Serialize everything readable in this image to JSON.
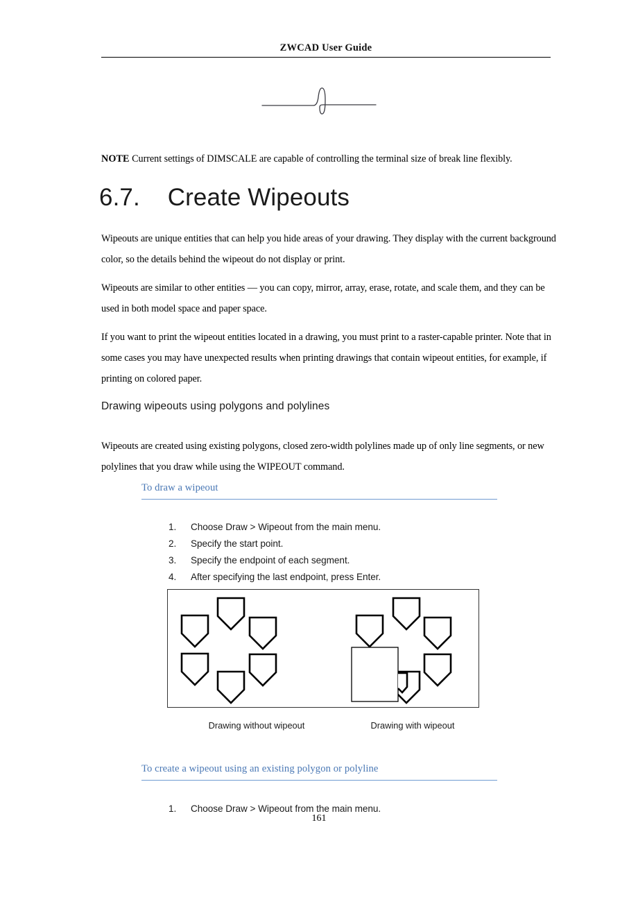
{
  "header": {
    "title": "ZWCAD User Guide"
  },
  "figures": {
    "breakline": {
      "icon": "break-line-symbol"
    },
    "wipeout_comparison": {
      "caption_left": "Drawing without wipeout",
      "caption_right": "Drawing with wipeout",
      "shape_icon": "pentagon-shape",
      "mask_icon": "wipeout-rectangle"
    }
  },
  "note": {
    "label": "NOTE",
    "text": "Current settings of DIMSCALE are capable of controlling the terminal size of break line flexibly."
  },
  "section": {
    "number": "6.7.",
    "title": "Create Wipeouts"
  },
  "paragraphs": {
    "p1": "Wipeouts are unique entities that can help you hide areas of your drawing. They display with the current background color, so the details behind the wipeout do not display or print.",
    "p2": "Wipeouts are similar to other entities — you can copy, mirror, array, erase, rotate, and scale them, and they can be used in both model space and paper space.",
    "p3": "If you want to print the wipeout entities located in a drawing, you must print to a raster-capable printer. Note that in some cases you may have unexpected results when printing drawings that contain wipeout entities, for example, if printing on colored paper.",
    "p4": "Wipeouts are created using existing polygons, closed zero-width polylines made up of only line segments, or new polylines that you draw while using the WIPEOUT command."
  },
  "subheading": {
    "text": "Drawing wipeouts using polygons and polylines"
  },
  "procedures": [
    {
      "heading": "To draw a wipeout",
      "steps": [
        {
          "num": "1.",
          "text": "Choose Draw > Wipeout from the main menu."
        },
        {
          "num": "2.",
          "text": "Specify the start point."
        },
        {
          "num": "3.",
          "text": "Specify the endpoint of each segment."
        },
        {
          "num": "4.",
          "text": "After specifying the last endpoint, press Enter."
        }
      ]
    },
    {
      "heading": "To create a wipeout using an existing polygon or polyline",
      "steps": [
        {
          "num": "1.",
          "text": "Choose Draw > Wipeout from the main menu."
        }
      ]
    }
  ],
  "footer": {
    "page_number": "161"
  },
  "colors": {
    "accent_blue": "#4a78b5",
    "rule_blue": "#6f9bd1",
    "text_black": "#000000",
    "figure_border": "#333333"
  }
}
